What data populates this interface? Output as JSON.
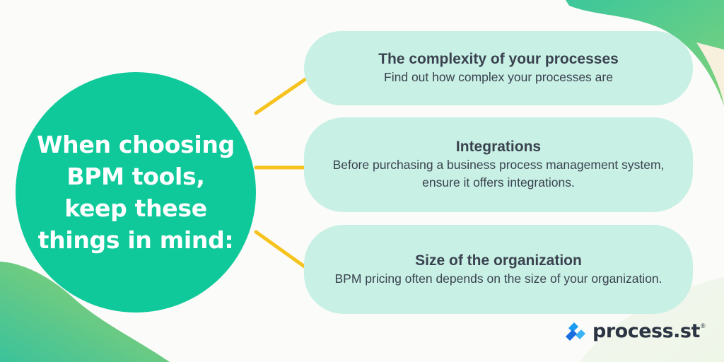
{
  "center": {
    "text": "When choosing\nBPM tools,\nkeep these\nthings in mind:"
  },
  "items": [
    {
      "title": "The complexity of your processes",
      "description": "Find out how complex your processes are"
    },
    {
      "title": "Integrations",
      "description": "Before purchasing a business process management system, ensure it offers integrations."
    },
    {
      "title": "Size of the organization",
      "description": "BPM pricing often depends on the size of your organization."
    }
  ],
  "logo": {
    "text": "process.st",
    "mark": "®",
    "icon": "process-st-logo-icon"
  },
  "colors": {
    "circle": "#0fc99a",
    "pill": "#c8f0e4",
    "connector": "#f6c21c",
    "text_dark": "#3a4250",
    "blob_green": "#3ec89a",
    "blob_lime": "#8ccf6a"
  }
}
